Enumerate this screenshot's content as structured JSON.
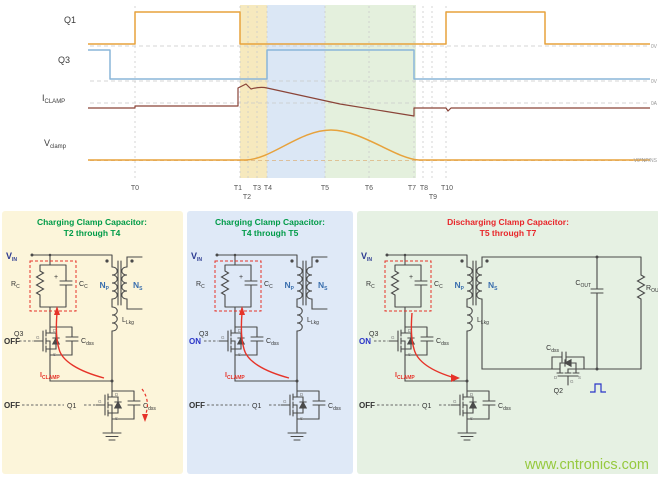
{
  "watermark": "www.cntronics.com",
  "colors": {
    "q1_trace": "#e7a23c",
    "q3_trace": "#8ab5d9",
    "iclamp_trace": "#8a4438",
    "vclamp_trace": "#e7a23c",
    "band_yellow": "#f6e9be",
    "band_blue": "#dbe7f5",
    "band_green": "#e4f0dd",
    "red": "#e63329",
    "blue_on": "#2a35c8",
    "winding_blue": "#3a6fae",
    "vin_blue": "#2b3990",
    "q3_label": "#4a84bd",
    "watermark_green": "#96c93e"
  },
  "scope": {
    "traces": {
      "q1": "Q1",
      "q3": "Q3",
      "iclamp": {
        "b": "I",
        "s": "CLAMP"
      },
      "vclamp": {
        "b": "V",
        "s": "clamp"
      }
    },
    "refs": {
      "q1": "0V",
      "q3": "0V",
      "iclamp": "0A",
      "vclamp": "V0*NP/NS"
    },
    "time_labels": [
      "T0",
      "T1",
      "T2",
      "T3",
      "T4",
      "T5",
      "T6",
      "T7",
      "T8",
      "T9",
      "T10"
    ]
  },
  "mos": {
    "d": "D",
    "g": "G",
    "s": "S"
  },
  "panels": [
    {
      "title1": "Charging Clamp Capacitor:",
      "title2": "T2 through T4",
      "accent": "#009b48",
      "bg": "#fcf5da",
      "vin": {
        "b": "V",
        "s": "IN"
      },
      "rc": {
        "b": "R",
        "s": "C"
      },
      "cc": {
        "b": "C",
        "s": "C"
      },
      "plus": "+",
      "np": {
        "b": "N",
        "s": "P"
      },
      "ns": {
        "b": "N",
        "s": "S"
      },
      "llkg": {
        "b": "L",
        "s": "Lkg"
      },
      "q3": "Q3",
      "q3_state": "OFF",
      "q3_state_color": "#333333",
      "cdss_q3": {
        "b": "C",
        "s": "dss"
      },
      "iclamp": {
        "b": "I",
        "s": "CLAMP"
      },
      "q1": "Q1",
      "q1_state": "OFF",
      "q1_state_color": "#333333",
      "cdss_q1": {
        "b": "C",
        "s": "dss"
      }
    },
    {
      "title1": "Charging Clamp Capacitor:",
      "title2": "T4 through T5",
      "accent": "#009b48",
      "bg": "#dfe9f7",
      "vin": {
        "b": "V",
        "s": "IN"
      },
      "rc": {
        "b": "R",
        "s": "C"
      },
      "cc": {
        "b": "C",
        "s": "C"
      },
      "plus": "+",
      "np": {
        "b": "N",
        "s": "P"
      },
      "ns": {
        "b": "N",
        "s": "S"
      },
      "llkg": {
        "b": "L",
        "s": "Lkg"
      },
      "q3": "Q3",
      "q3_state": "ON",
      "q3_state_color": "#2a35c8",
      "cdss_q3": {
        "b": "C",
        "s": "dss"
      },
      "iclamp": {
        "b": "I",
        "s": "CLAMP"
      },
      "q1": "Q1",
      "q1_state": "OFF",
      "q1_state_color": "#333333",
      "cdss_q1": {
        "b": "C",
        "s": "dss"
      }
    },
    {
      "title1": "Discharging Clamp Capacitor:",
      "title2": "T5 through T7",
      "accent": "#e8262a",
      "bg": "#e6f1e3",
      "vin": {
        "b": "V",
        "s": "IN"
      },
      "rc": {
        "b": "R",
        "s": "C"
      },
      "cc": {
        "b": "C",
        "s": "C"
      },
      "plus": "+",
      "np": {
        "b": "N",
        "s": "P"
      },
      "ns": {
        "b": "N",
        "s": "S"
      },
      "llkg": {
        "b": "L",
        "s": "Lkg"
      },
      "q3": "Q3",
      "q3_state": "ON",
      "q3_state_color": "#2a35c8",
      "cdss_q3": {
        "b": "C",
        "s": "dss"
      },
      "iclamp": {
        "b": "I",
        "s": "CLAMP"
      },
      "q1": "Q1",
      "q1_state": "OFF",
      "q1_state_color": "#333333",
      "cdss_q1": {
        "b": "C",
        "s": "dss"
      },
      "q2": "Q2",
      "cdss_q2": {
        "b": "C",
        "s": "dss"
      },
      "cout": {
        "b": "C",
        "s": "OUT"
      },
      "rout": {
        "b": "R",
        "s": "OUT"
      }
    }
  ]
}
